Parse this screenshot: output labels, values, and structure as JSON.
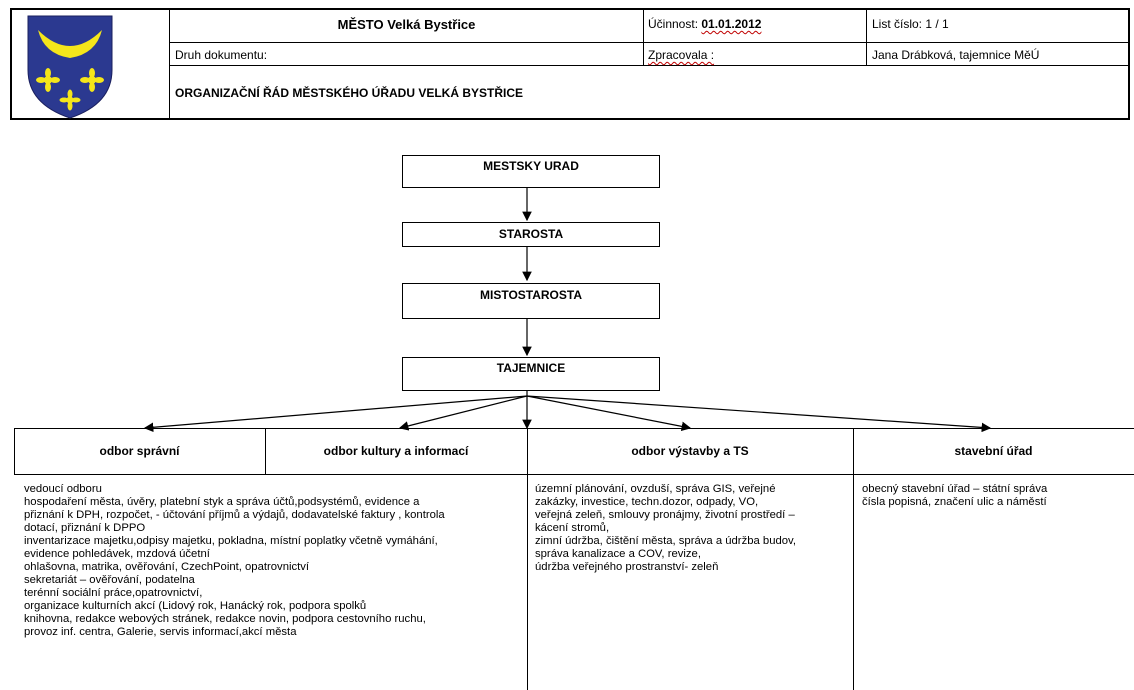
{
  "header": {
    "city": "MĚSTO Velká Bystřice",
    "effective": "Účinnost: ",
    "effective_date": "01.01.2012",
    "sheet": "List číslo: 1 / 1",
    "doc_type": "Druh dokumentu:",
    "prepared": "Zpracovala :",
    "preparer": "Jana Drábková, tajemnice MěÚ",
    "title": "ORGANIZAČNÍ ŘÁD MĚSTSKÉHO ÚŘADU VELKÁ BYSTŘICE"
  },
  "coat_of_arms": {
    "field_color": "#2b3990",
    "emblem_color": "#f5e61a"
  },
  "org": {
    "boxes": [
      "MESTSKY URAD",
      "STAROSTA",
      "MISTOSTAROSTA",
      "TAJEMNICE"
    ],
    "departments": [
      "odbor správní",
      "odbor kultury a informací",
      "odbor výstavby a TS",
      "stavební úřad"
    ]
  },
  "dept_texts": {
    "spravni": [
      "vedoucí odboru",
      "hospodaření města, úvěry, platební styk a správa účtů,podsystémů, evidence a",
      "přiznání k DPH, rozpočet, - účtování příjmů a výdajů, dodavatelské faktury , kontrola",
      "dotací, přiznání k DPPO",
      "inventarizace majetku,odpisy majetku, pokladna, místní poplatky včetně vymáhání,",
      "evidence pohledávek, mzdová účetní",
      "ohlašovna, matrika, ověřování, CzechPoint, opatrovnictví",
      "sekretariát – ověřování, podatelna",
      "terénní sociální práce,opatrovnictví,",
      "organizace kulturních akcí (Lidový rok, Hanácký rok, podpora spolků",
      "knihovna, redakce webových stránek, redakce novin, podpora cestovního ruchu,",
      "provoz inf. centra, Galerie, servis informací,akcí města"
    ],
    "vystavby": [
      " územní plánování, ovzduší, správa GIS, veřejné",
      "zakázky, investice, techn.dozor, odpady, VO,",
      "veřejná zeleň, smlouvy pronájmy, životní prostředí –",
      "kácení stromů,",
      "zimní údržba, čištění města, správa a údržba budov,",
      "správa kanalizace a COV,  revize,",
      "údržba veřejného prostranství- zeleň"
    ],
    "stavebni": [
      "obecný stavební úřad – státní správa",
      "čísla popisná, značení ulic a náměstí"
    ]
  }
}
